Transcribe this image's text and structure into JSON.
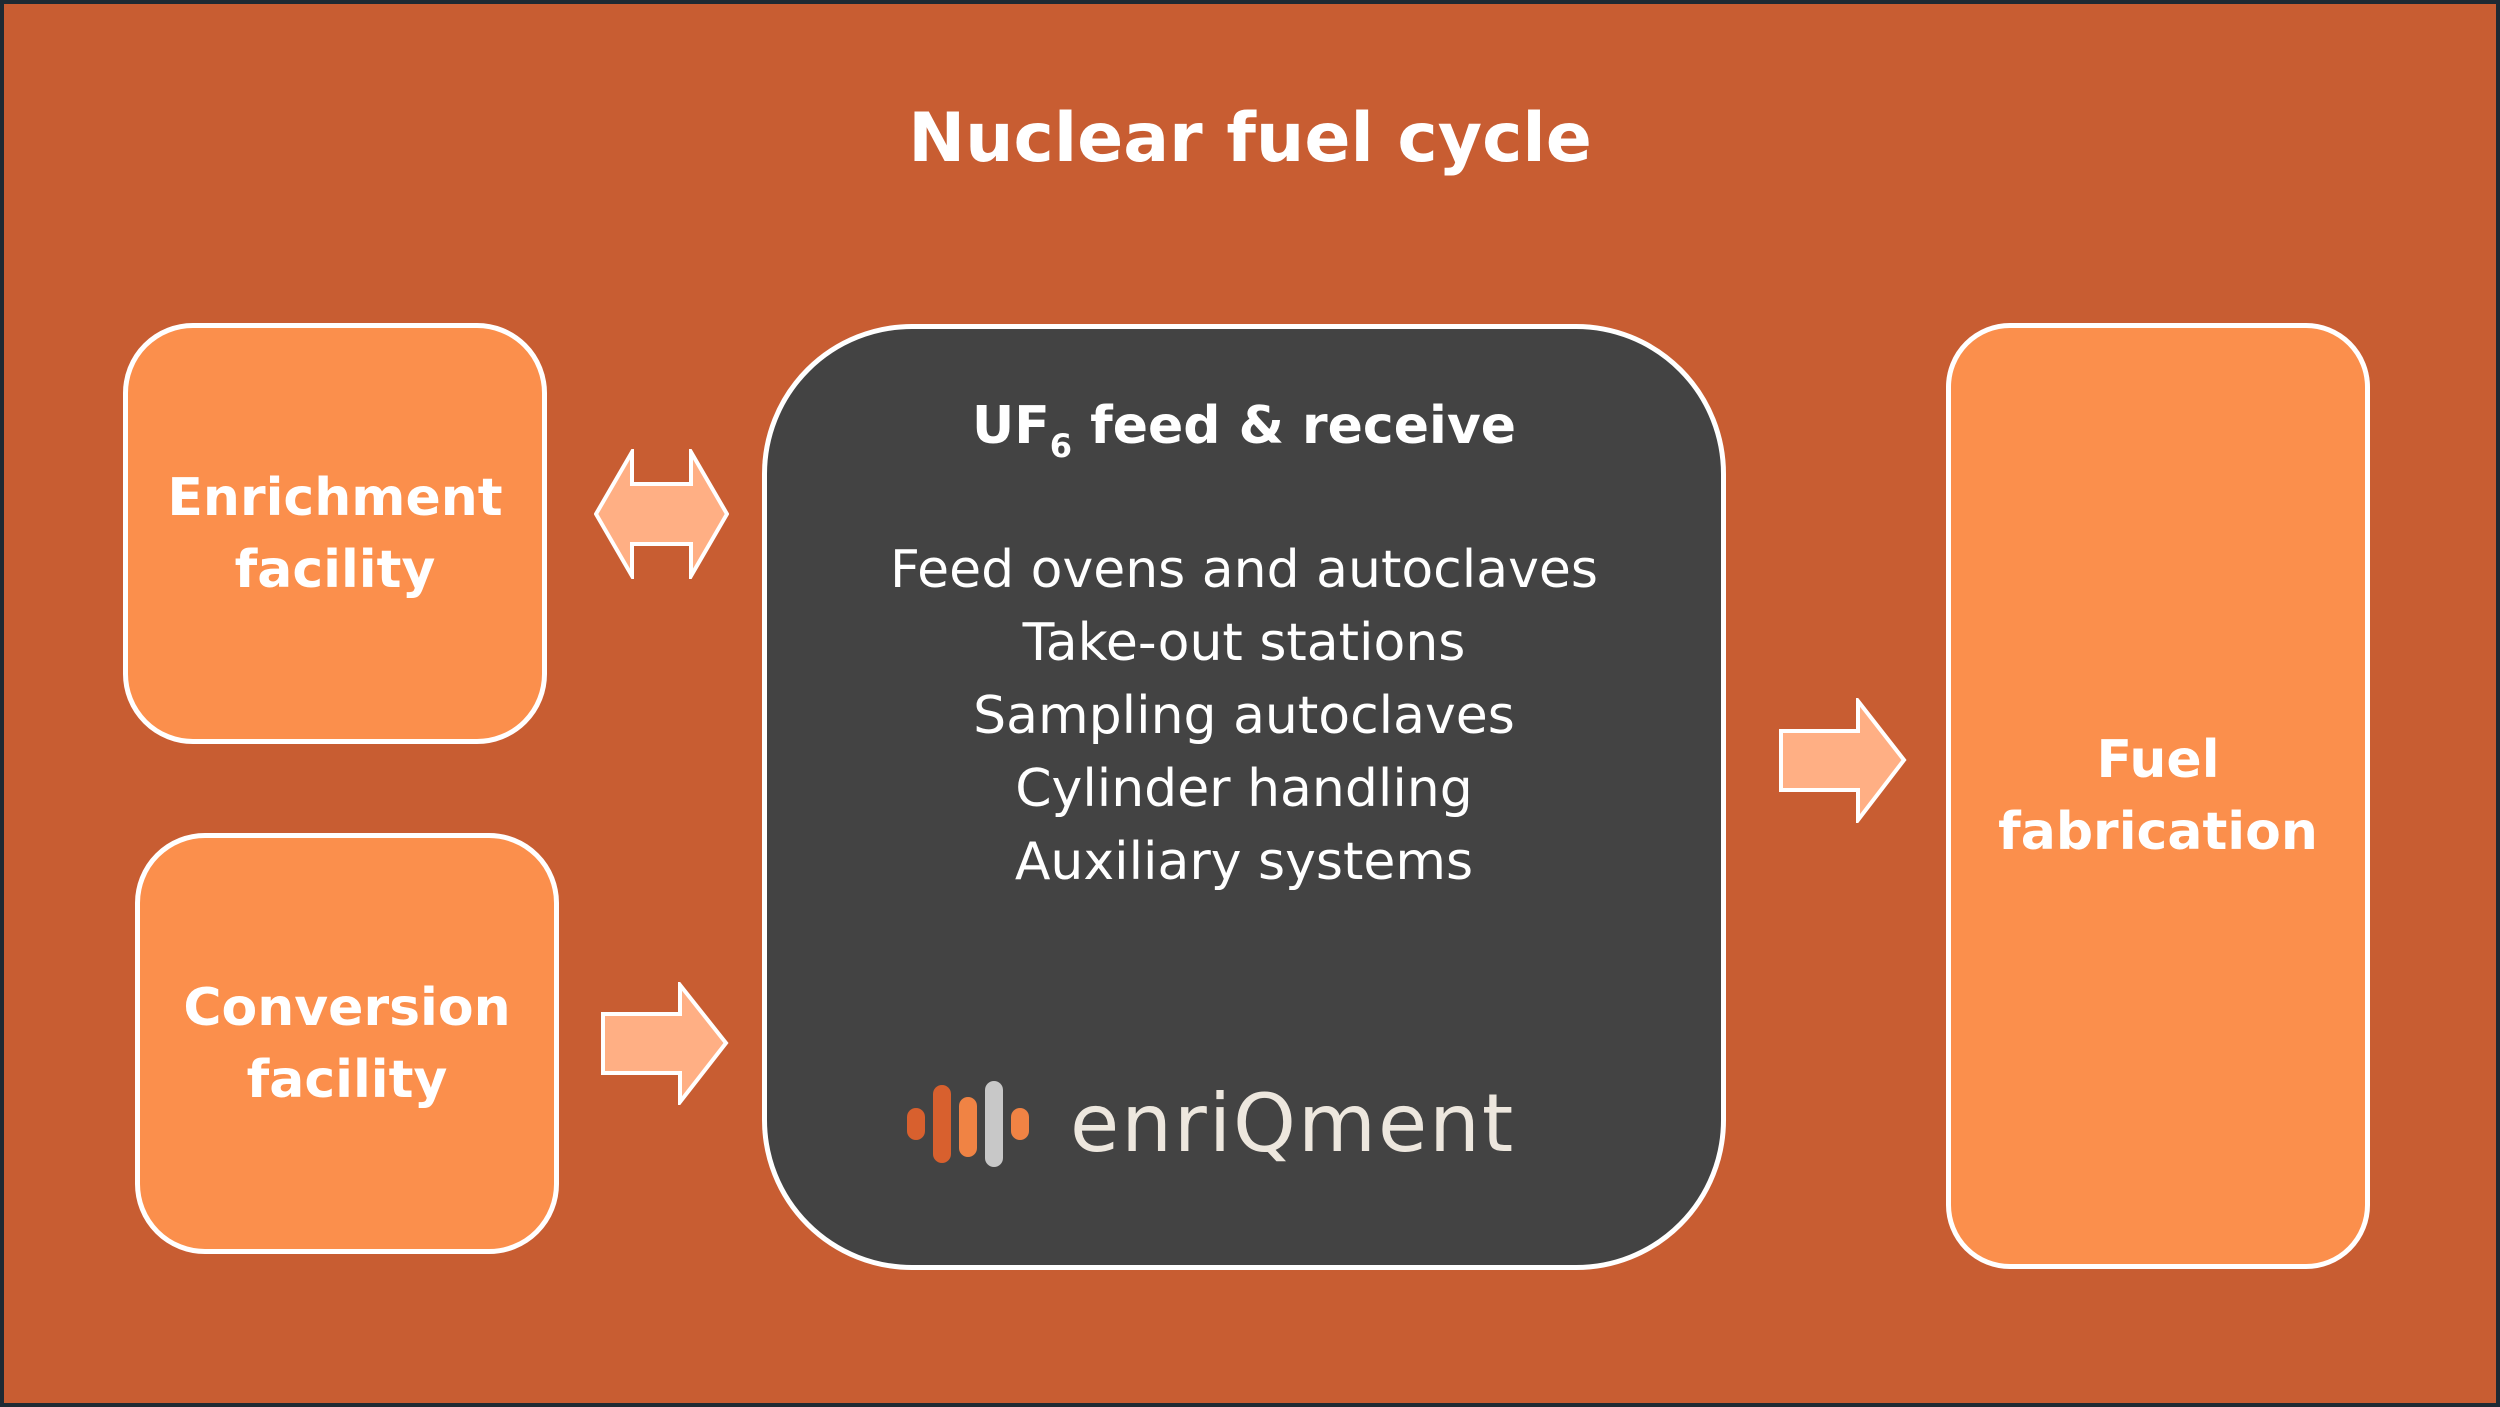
{
  "title": "Nuclear fuel cycle",
  "nodes": {
    "enrichment": {
      "line1": "Enrichment",
      "line2": "facility"
    },
    "conversion": {
      "line1": "Conversion",
      "line2": "facility"
    },
    "fuel": {
      "line1": "Fuel",
      "line2": "fabrication"
    }
  },
  "center": {
    "title_prefix": "UF",
    "title_sub": "6",
    "title_suffix": " feed & receive",
    "items": [
      "Feed ovens and autoclaves",
      "Take-out stations",
      "Sampling autoclaves",
      "Cylinder handling",
      "Auxiliary systems"
    ],
    "logo_text": "enriQment"
  },
  "edges": [
    {
      "from": "enrichment",
      "to": "center",
      "direction": "bidirectional"
    },
    {
      "from": "conversion",
      "to": "center",
      "direction": "forward"
    },
    {
      "from": "center",
      "to": "fuel",
      "direction": "forward"
    }
  ],
  "colors": {
    "background": "#c85d32",
    "box_fill": "#fb8f4c",
    "center_fill": "#434343",
    "arrow_fill": "#ffaf84",
    "logo_orange_dark": "#d8602e",
    "logo_orange": "#f08344",
    "logo_gray": "#c8c8c8"
  }
}
